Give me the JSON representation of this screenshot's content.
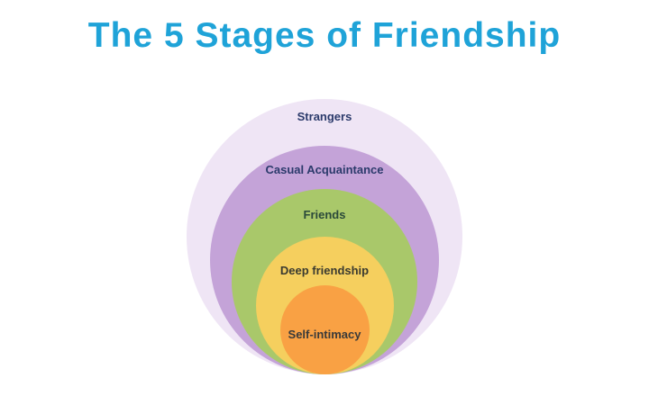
{
  "title": "The 5 Stages of Friendship",
  "colors": {
    "title": "#1fa3d8",
    "label_dark_blue": "#2b3a6b",
    "label_dark_green": "#2b4a3a",
    "label_dark": "#3a3a3a"
  },
  "stages": [
    {
      "label": "Strangers",
      "fill": "#efe5f5",
      "label_color": "#2b3a6b"
    },
    {
      "label": "Casual Acquaintance",
      "fill": "#c4a3d8",
      "label_color": "#2b3a6b"
    },
    {
      "label": "Friends",
      "fill": "#a9c86a",
      "label_color": "#2b4a3a"
    },
    {
      "label": "Deep friendship",
      "fill": "#f5cf5e",
      "label_color": "#3a3a30"
    },
    {
      "label": "Self-intimacy",
      "fill": "#f9a144",
      "label_color": "#3a3a3a"
    }
  ]
}
